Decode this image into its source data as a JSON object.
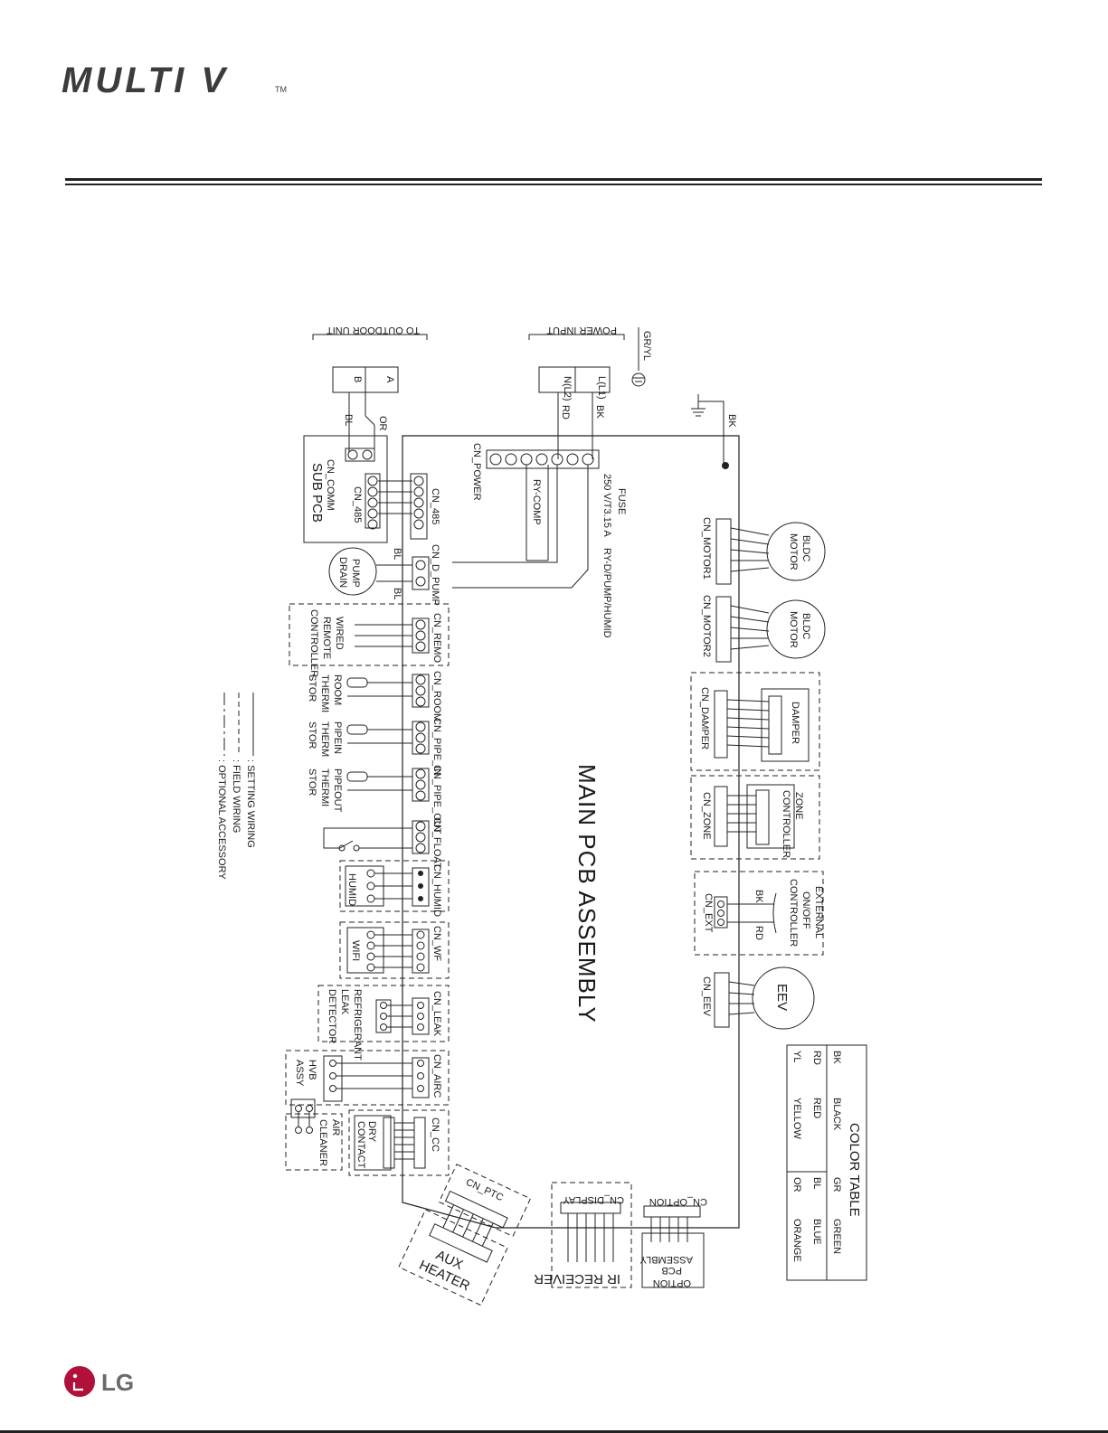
{
  "header": {
    "brand": "MULTI V",
    "tm": "TM"
  },
  "footer": {
    "brand": "LG"
  },
  "diagram": {
    "title": "MAIN PCB ASSEMBLY",
    "to_outdoor": "TO  OUTDOOR UNIT",
    "term_a": "A",
    "term_b": "B",
    "power_input": "POWER INPUT",
    "term_l1": "L(L1)",
    "term_n": "N(L2)",
    "gr_yl": "GR/YL",
    "bk": "BK",
    "rd": "RD",
    "bl": "BL",
    "or": "OR",
    "sub_pcb": "SUB PCB",
    "cn_comm": "CN_COMM",
    "cn_485": "CN_485",
    "cn_power": "CN_POWER",
    "fuse": "FUSE",
    "fuse_rating": "250 V/T3.15 A",
    "ry_comp": "RY-COMP",
    "ry_dpump": "RY-D/PUMP/HUMID",
    "drain_pump": [
      "DRAIN",
      "PUMP"
    ],
    "cn_d_pump": "CN_D_PUMP",
    "wired_remote": [
      "WIRED",
      "REMOTE",
      "CONTROLLER"
    ],
    "cn_remo": "CN_REMO",
    "room_thermistor": [
      "ROOM",
      "THERMI",
      "STOR"
    ],
    "cn_room": "CN_ROOM",
    "pipein_thermistor": [
      "PIPEIN",
      "THERM",
      "STOR"
    ],
    "cn_pipe_in": "CN_PIPE_IN",
    "pipeout_thermistor": [
      "PIPEOUT",
      "THERMI",
      "STOR"
    ],
    "cn_pipe_out": "CN_PIPE_OUT",
    "cn_float": "CN_FLOAT",
    "humid": "HUMID",
    "cn_humid": "CN_HUMID",
    "wifi": "WIFI",
    "cn_wf": "CN_WF",
    "leak_detector": [
      "REFRIGERANT",
      "LEAK",
      "DETECTOR"
    ],
    "cn_leak": "CN_LEAK",
    "hvb_assy": [
      "HVB",
      "ASSY"
    ],
    "cn_airc": "CN_AIRC",
    "air_cleaner": [
      "AIR",
      "CLEANER"
    ],
    "dry_contact": [
      "DRY",
      "CONTACT"
    ],
    "cn_cc": "CN_CC",
    "cn_ptc": "CN_PTC",
    "aux_heater": [
      "AUX",
      "HEATER"
    ],
    "cn_display": "CN_DISPLAY",
    "ir_receiver": "IR RECEIVER",
    "cn_option": "CN_OPTION",
    "option_pcb": [
      "OPTION",
      "PCB",
      "ASSEMBLY"
    ],
    "bldc_motor": [
      "BLDC",
      "MOTOR"
    ],
    "cn_motor1": "CN_MOTOR1",
    "cn_motor2": "CN_MOTOR2",
    "damper": "DAMPER",
    "cn_damper": "CN_DAMPER",
    "zone_controller": [
      "ZONE",
      "CONTROLLER"
    ],
    "cn_zone": "CN_ZONE",
    "external_controller": [
      "EXTERNAL",
      "ON/OFF",
      "CONTROLLER"
    ],
    "cn_ext": "CN_EXT",
    "eev": "EEV",
    "cn_eev": "CN_EEV",
    "legend": [
      {
        "label": ": SETTING WIRING"
      },
      {
        "label": ": FIELD WIRING"
      },
      {
        "label": ": OPTIONAL ACCESSORY"
      }
    ],
    "color_table": {
      "title": "COLOR TABLE",
      "rows": [
        {
          "c1": "BK",
          "n1": "BLACK",
          "c2": "GR",
          "n2": "GREEN"
        },
        {
          "c1": "RD",
          "n1": "RED",
          "c2": "BL",
          "n2": "BLUE"
        },
        {
          "c1": "YL",
          "n1": "YELLOW",
          "c2": "OR",
          "n2": "ORANGE"
        }
      ]
    }
  }
}
